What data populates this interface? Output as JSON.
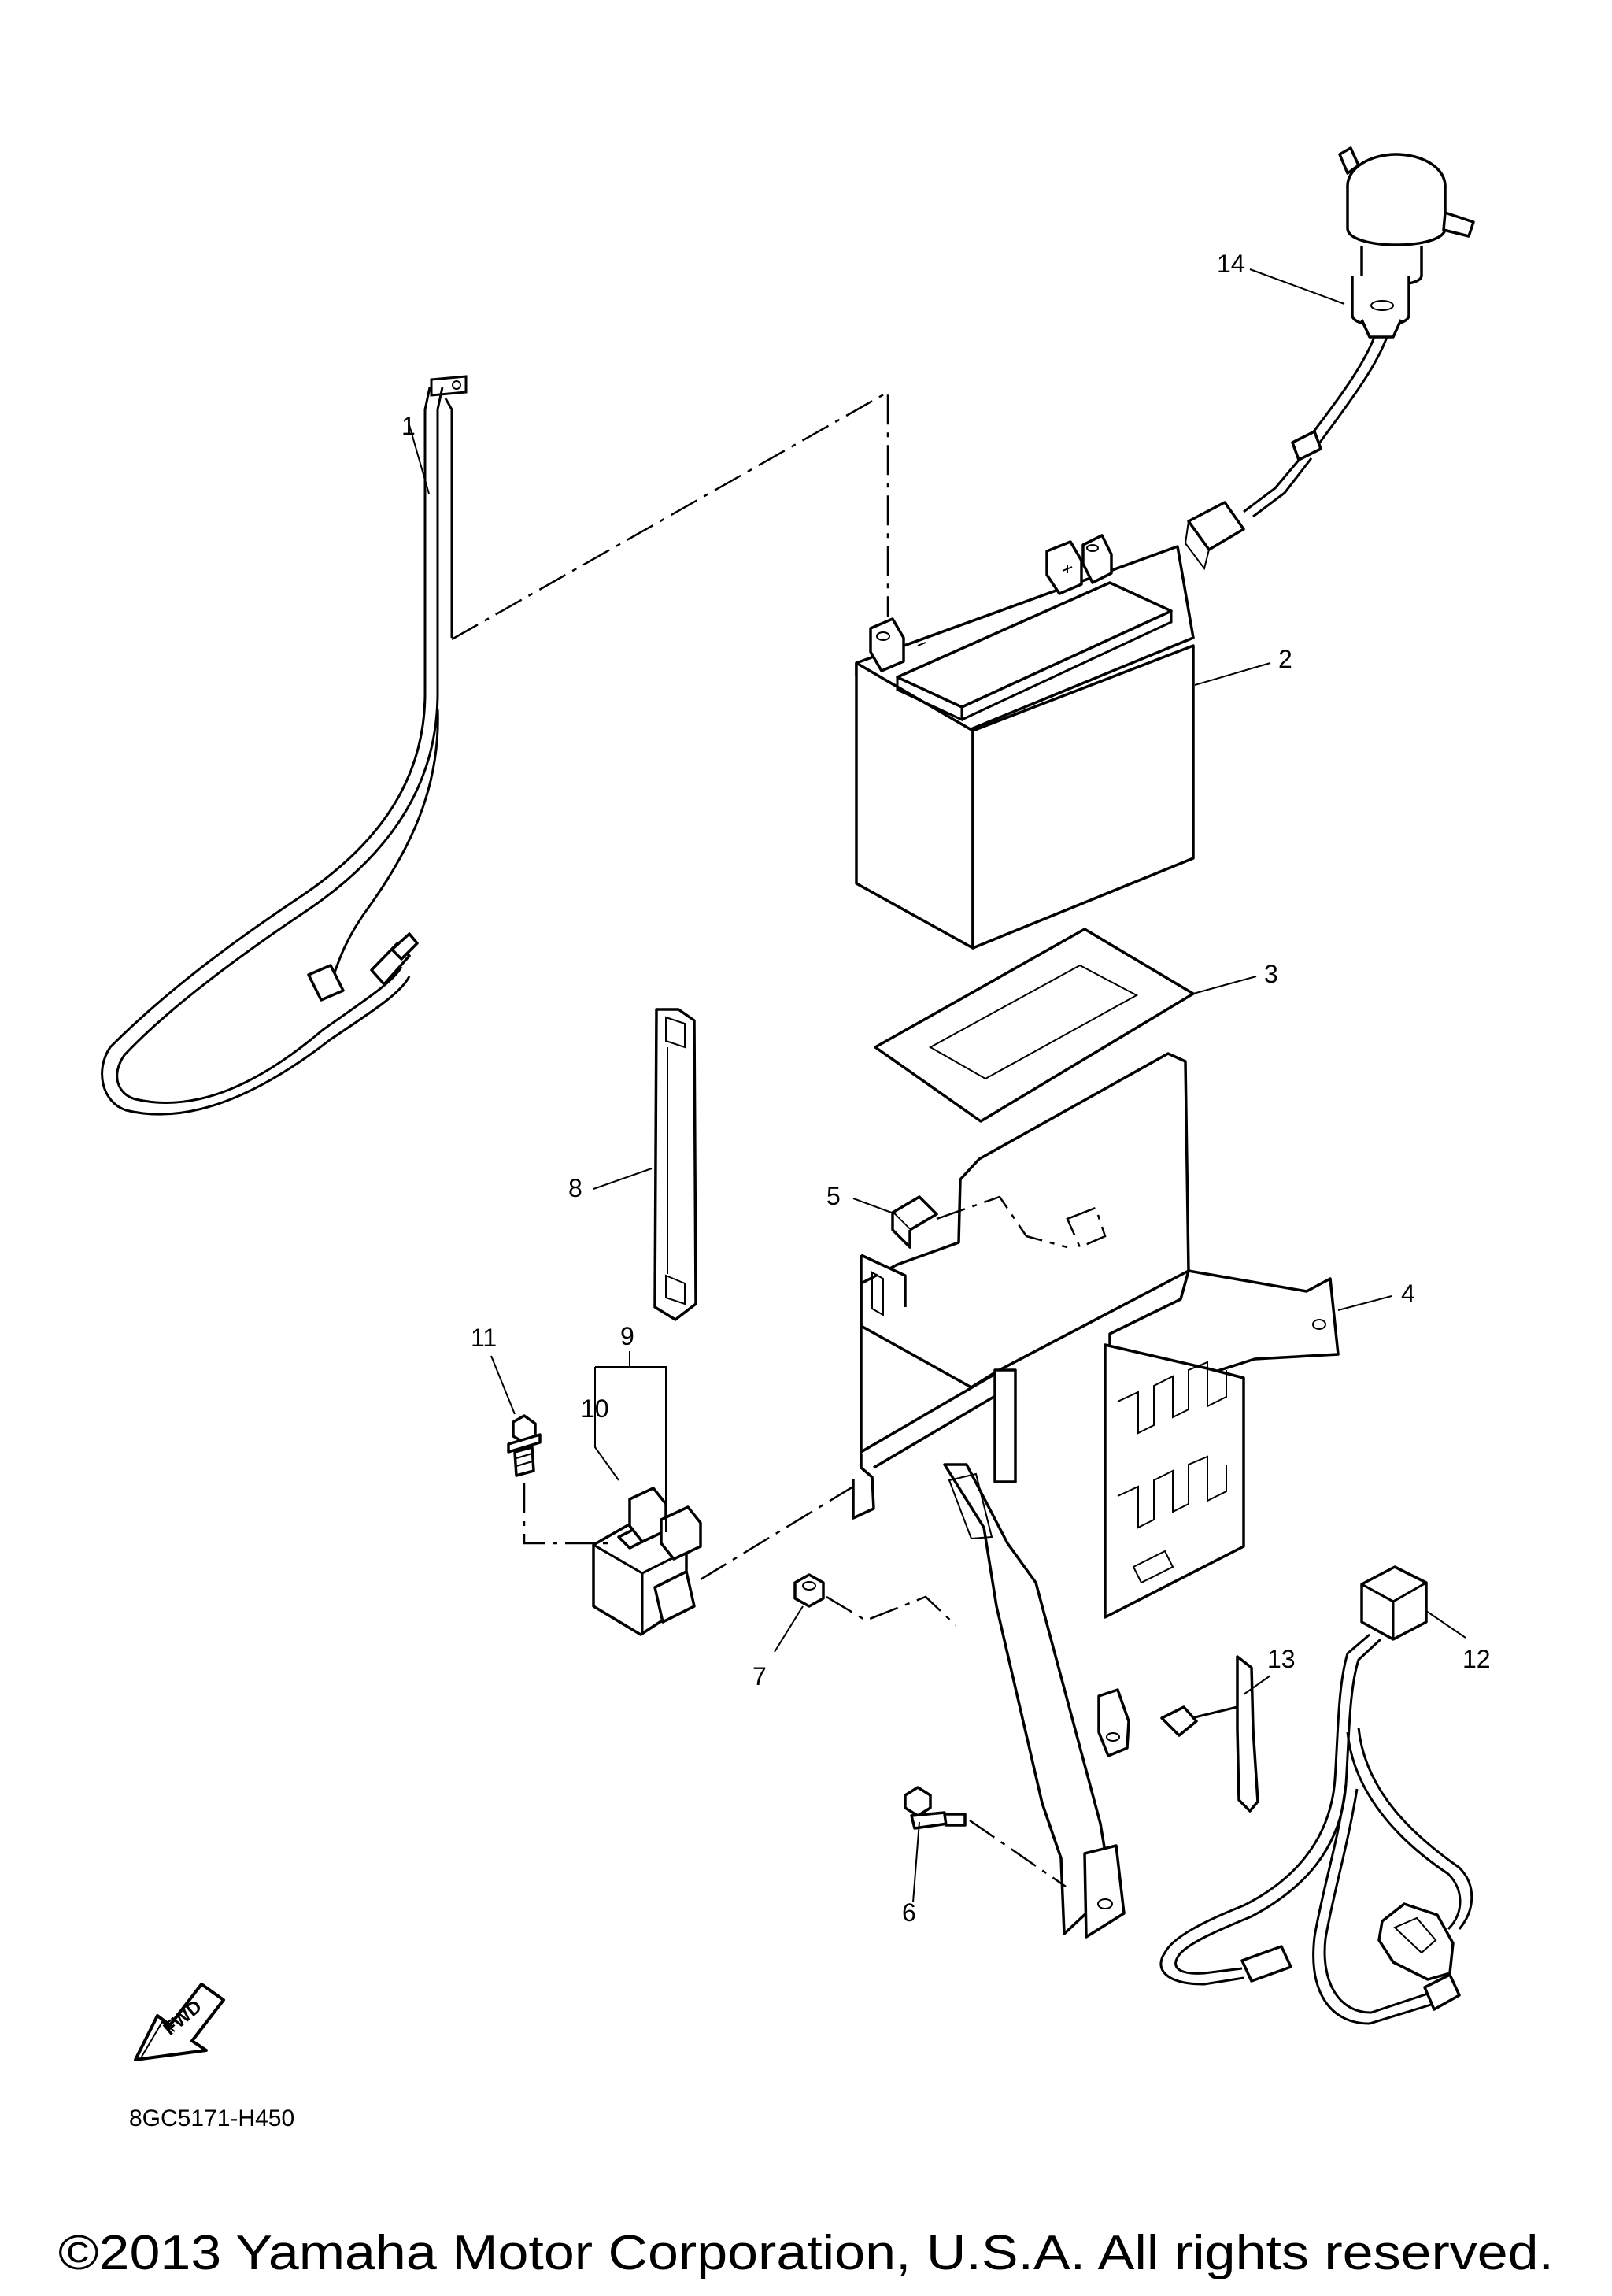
{
  "parts": [
    {
      "id": "part-1",
      "number": "1"
    },
    {
      "id": "part-2",
      "number": "2"
    },
    {
      "id": "part-3",
      "number": "3"
    },
    {
      "id": "part-4",
      "number": "4"
    },
    {
      "id": "part-5",
      "number": "5"
    },
    {
      "id": "part-6",
      "number": "6"
    },
    {
      "id": "part-7",
      "number": "7"
    },
    {
      "id": "part-8",
      "number": "8"
    },
    {
      "id": "part-9",
      "number": "9"
    },
    {
      "id": "part-10",
      "number": "10"
    },
    {
      "id": "part-11",
      "number": "11"
    },
    {
      "id": "part-12",
      "number": "12"
    },
    {
      "id": "part-13",
      "number": "13"
    },
    {
      "id": "part-14",
      "number": "14"
    }
  ],
  "fwd_label": "FWD",
  "diagram_code": "8GC5171-H450",
  "copyright": "©2013 Yamaha Motor Corporation, U.S.A. All rights reserved."
}
